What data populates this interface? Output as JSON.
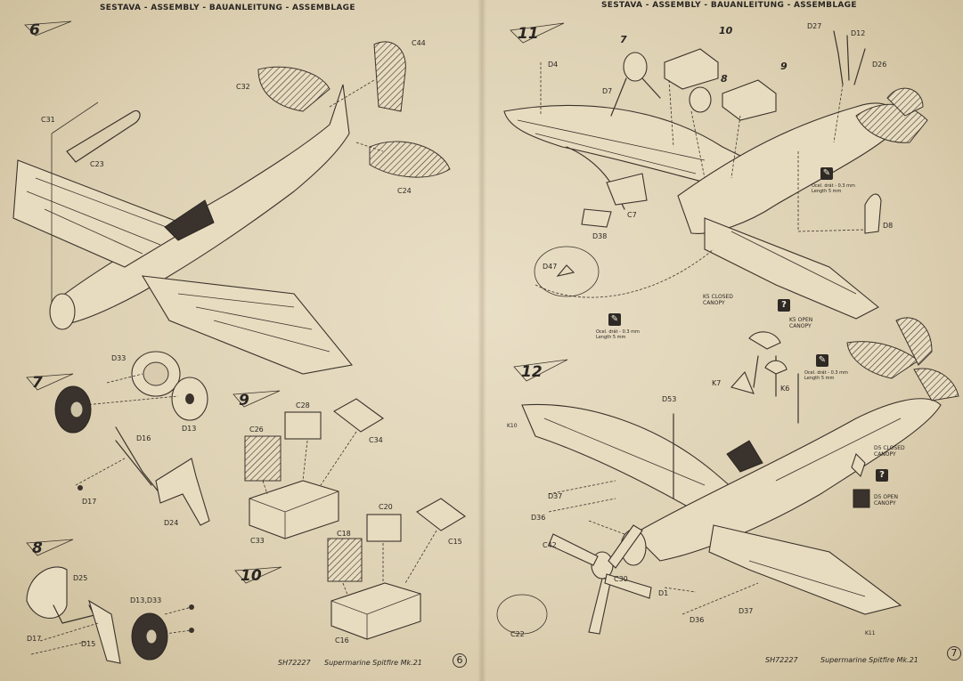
{
  "header": {
    "left": "SESTAVA - ASSEMBLY - BAUANLEITUNG - ASSEMBLAGE",
    "right": "SESTAVA - ASSEMBLY - BAUANLEITUNG - ASSEMBLAGE"
  },
  "steps": {
    "s6": "6",
    "s7": "7",
    "s8": "8",
    "s9": "9",
    "s10": "10",
    "s11": "11",
    "s12": "12"
  },
  "parts": {
    "c44": "C44",
    "c32": "C32",
    "c31": "C31",
    "c23": "C23",
    "c24": "C24",
    "d33": "D33",
    "d16": "D16",
    "d13": "D13",
    "d17": "D17",
    "d24": "D24",
    "d25": "D25",
    "d13d33": "D13,D33",
    "d17b": "D17",
    "d15": "D15",
    "c28": "C28",
    "c26": "C26",
    "c34": "C34",
    "c33": "C33",
    "c20": "C20",
    "c18": "C18",
    "c15": "C15",
    "c16": "C16",
    "d4": "D4",
    "d7": "D7",
    "c7": "C7",
    "d38": "D38",
    "d47": "D47",
    "d27": "D27",
    "d12": "D12",
    "d26": "D26",
    "d8": "D8",
    "k5_closed": "K5 CLOSED CANOPY",
    "k5_open": "K5 OPEN CANOPY",
    "k7": "K7",
    "k6": "K6",
    "d53": "D53",
    "k10": "K10",
    "d37": "D37",
    "d36": "D36",
    "d5_closed": "D5 CLOSED CANOPY",
    "d5_open": "D5 OPEN CANOPY",
    "c42": "C42",
    "c30": "C30",
    "c22": "C22",
    "d1": "D1",
    "d36b": "D36",
    "d37b": "D37",
    "k11": "K11"
  },
  "paint_tags": {
    "t7": "7",
    "t10": "10",
    "t8": "8",
    "t9": "9"
  },
  "notes": {
    "wire1": "Ocel. drát - 0.3 mm Length 5 mm",
    "wire2": "Ocel. drát - 0.3 mm Length 5 mm",
    "wire3": "Ocel. drát - 0.3 mm Length 5 mm"
  },
  "footer": {
    "left_code": "SH72227",
    "left_title": "Supermarine Spitfire Mk.21",
    "left_page": "6",
    "right_code": "SH72227",
    "right_title": "Supermarine Spitfire Mk.21",
    "right_page": "7"
  },
  "icons": [
    "question-icon",
    "wire-icon"
  ]
}
